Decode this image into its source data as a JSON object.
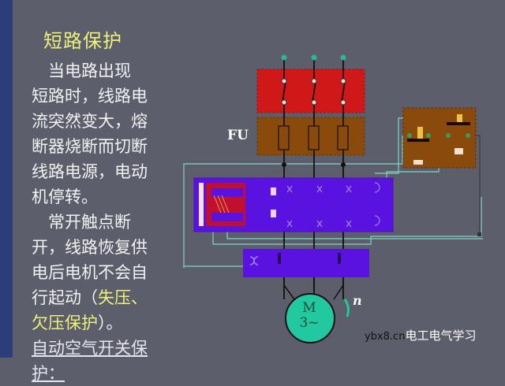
{
  "slide": {
    "title": "短路保护",
    "paragraph1": {
      "lines": [
        "　当电路出现",
        "短路时，线路电",
        "流突然变大，熔",
        "断器烧断而切断",
        "线路电源，电动",
        "机停转。"
      ]
    },
    "paragraph2": {
      "lines": [
        "　常开触点断",
        "开，线路恢复供",
        "电后电机不会自"
      ],
      "line4_prefix": "行起动（",
      "line4_highlight": "失压、",
      "line5_highlight": "欠压保护",
      "line5_suffix": "）。"
    },
    "paragraph3": {
      "lines": [
        "自动空气开关保",
        "护："
      ]
    }
  },
  "diagram": {
    "fuse_label": "FU",
    "motor_label_line1": "M",
    "motor_label_line2": "3~",
    "speed_label": "n",
    "colors": {
      "background": "#5c5f6b",
      "switch_box": "#d01818",
      "fuse_box": "#8a4a0c",
      "breaker_box": "#5a12e0",
      "motor": "#22c9a0",
      "wire_cyan": "#7fd3c8",
      "title_yellow": "#eef07a"
    }
  },
  "watermark": {
    "site": "ybx8.cn",
    "text": "电工电气学习"
  }
}
